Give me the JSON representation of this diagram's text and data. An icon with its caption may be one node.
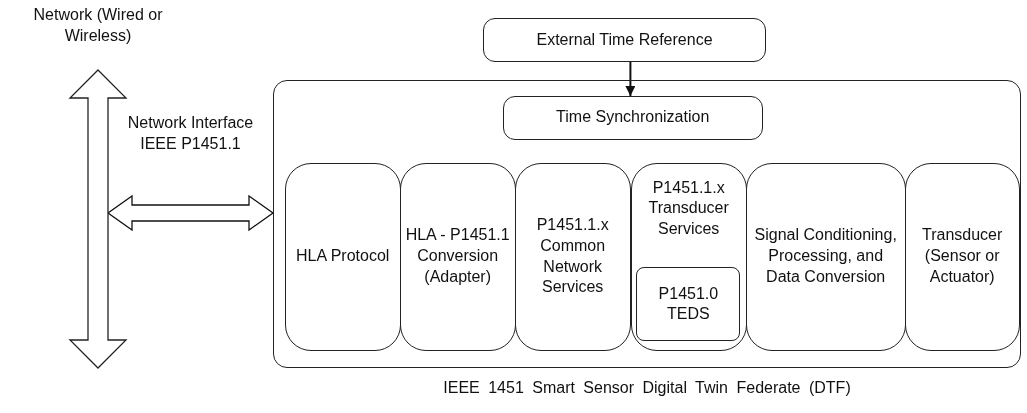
{
  "diagram": {
    "nodes": [
      {
        "text": [],
        "shape": "arrow",
        "beside": [
          "Network (Wired or Wireless)"
        ]
      },
      {
        "text": [
          "External Time Reference"
        ]
      },
      {
        "text": [
          "IEEE 1451 Smart Sensor Digital Twin Federate (DTF)"
        ]
      },
      {
        "text": [
          "Time Synchronization"
        ],
        "in": 2
      },
      {
        "text": [
          "HLA Protocol"
        ],
        "in": 2
      },
      {
        "text": [
          "HLA - P1451.1 Conversion (Adapter)"
        ],
        "in": 2
      },
      {
        "text": [
          "P1451.1.x Common Network Services"
        ],
        "in": 2
      },
      {
        "text": [
          "P1451.1.x Transducer Services"
        ],
        "in": 2
      },
      {
        "text": [
          "P1451.0 TEDS"
        ],
        "in": 7
      },
      {
        "text": [
          "Signal Conditioning, Processing, and Data Conversion"
        ],
        "in": 2
      },
      {
        "text": [
          "Transducer (Sensor or Actuator)"
        ],
        "in": 2
      }
    ],
    "edges": [
      {
        "from": 0,
        "to": 2,
        "arrow": "both",
        "label": "Network Interface IEEE P1451.1"
      },
      {
        "from": 1,
        "to": 3,
        "arrow": "to"
      }
    ]
  }
}
